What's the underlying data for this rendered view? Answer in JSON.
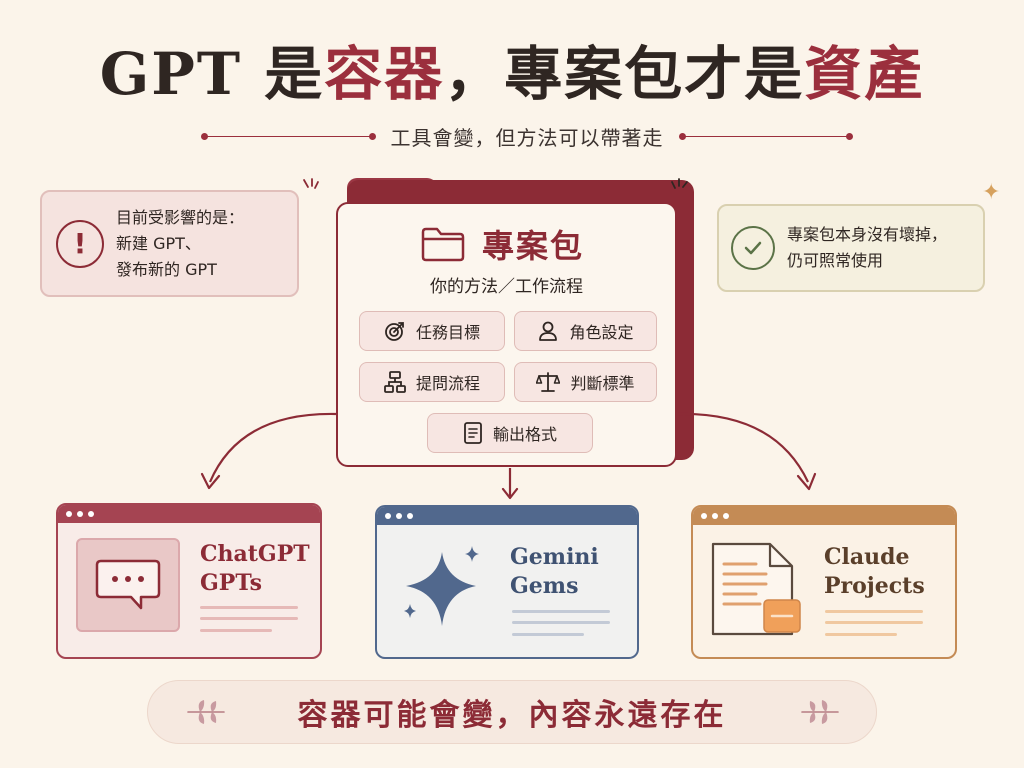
{
  "title": {
    "part1": "GPT 是",
    "part2": "容器",
    "part3": "，專案包才是",
    "part4": "資產"
  },
  "subtitle": "工具會變，但方法可以帶著走",
  "warning_note": {
    "line1": "目前受影響的是：",
    "line2": "新建 GPT、",
    "line3": "發布新的 GPT",
    "icon": "alert-icon"
  },
  "ok_note": {
    "line1": "專案包本身沒有壞掉，",
    "line2": "仍可照常使用",
    "icon": "check-icon"
  },
  "package": {
    "title": "專案包",
    "subtitle": "你的方法／工作流程",
    "items": [
      {
        "label": "任務目標",
        "icon": "target-icon"
      },
      {
        "label": "角色設定",
        "icon": "person-icon"
      },
      {
        "label": "提問流程",
        "icon": "flow-icon"
      },
      {
        "label": "判斷標準",
        "icon": "scale-icon"
      },
      {
        "label": "輸出格式",
        "icon": "document-icon"
      }
    ]
  },
  "containers": [
    {
      "name_line1": "ChatGPT",
      "name_line2": "GPTs",
      "color": "#a54452",
      "icon": "chat-bubble-icon"
    },
    {
      "name_line1": "Gemini",
      "name_line2": "Gems",
      "color": "#51688d",
      "icon": "sparkle-star-icon"
    },
    {
      "name_line1": "Claude",
      "name_line2": "Projects",
      "color": "#c48b55",
      "icon": "file-icon"
    }
  ],
  "bottom_banner": "容器可能會變，內容永遠存在",
  "colors": {
    "accent_red": "#8c2b36",
    "gemini_blue": "#51688d",
    "claude_orange": "#c48b55",
    "background": "#fbf4ea"
  }
}
